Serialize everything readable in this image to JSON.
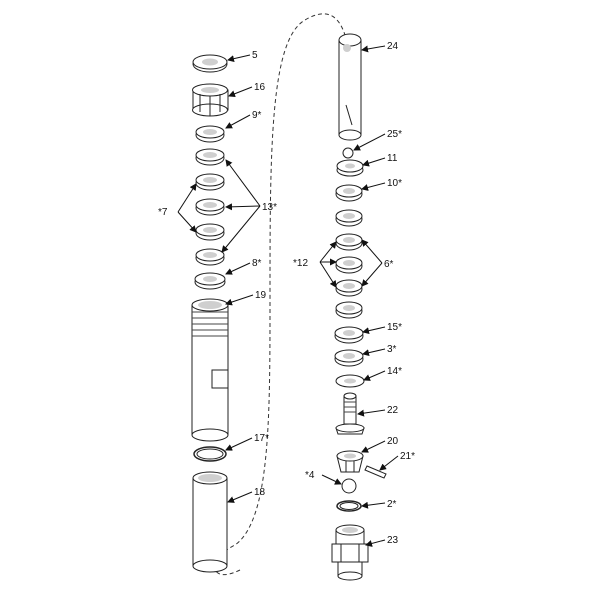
{
  "diagram": {
    "callouts": {
      "p5": "5",
      "p16": "16",
      "p9": "9*",
      "p13": "13*",
      "p7": "*7",
      "p8": "8*",
      "p19": "19",
      "p17": "17*",
      "p18": "18",
      "p24": "24",
      "p25": "25*",
      "p11": "11",
      "p10": "10*",
      "p12": "*12",
      "p6": "6*",
      "p15": "15*",
      "p3": "3*",
      "p14": "14*",
      "p22": "22",
      "p20": "20",
      "p21": "21*",
      "p4": "*4",
      "p2": "2*",
      "p23": "23"
    }
  }
}
